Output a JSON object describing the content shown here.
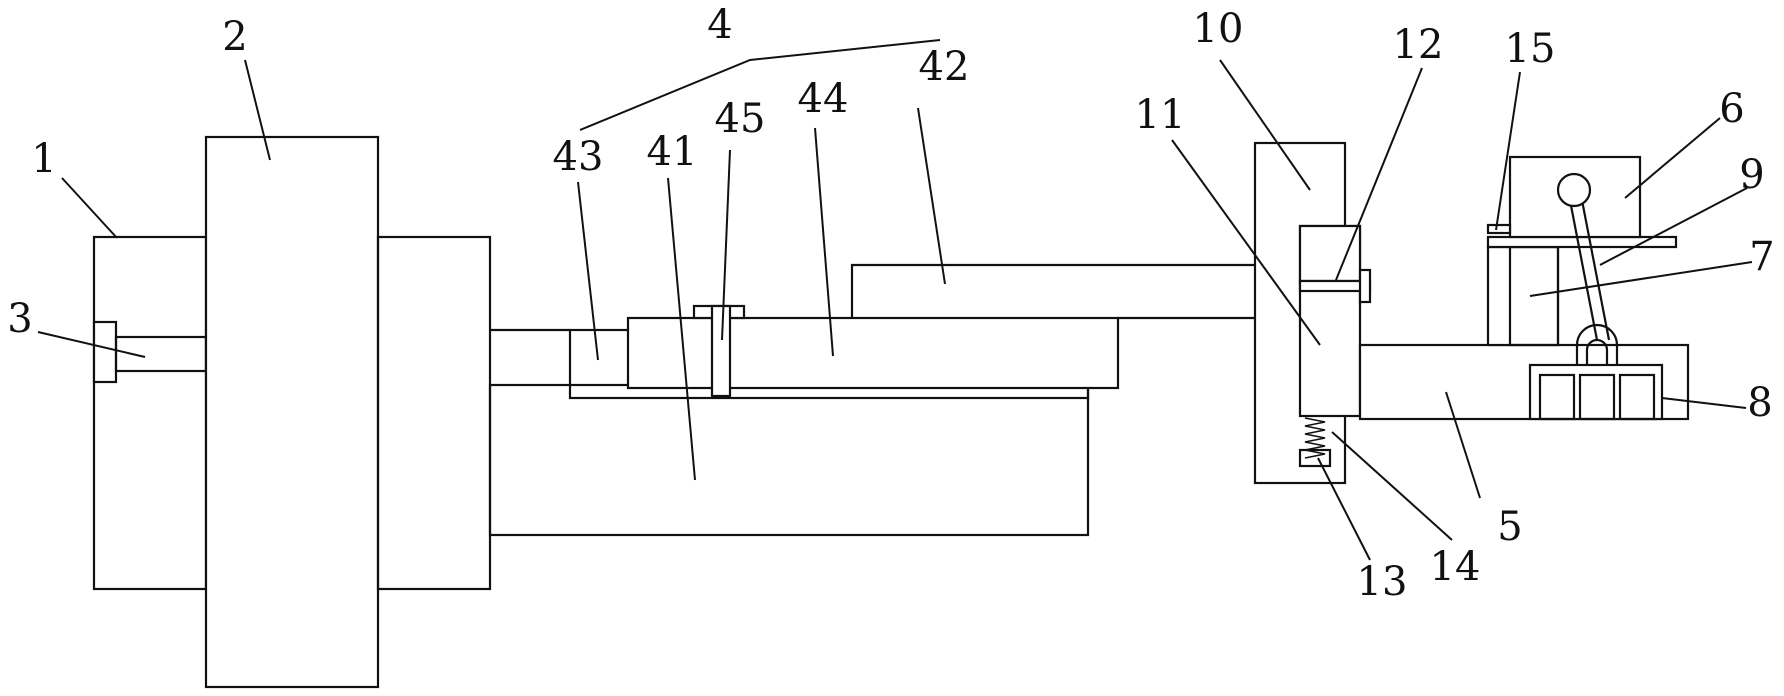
{
  "labels": {
    "l1": "1",
    "l2": "2",
    "l3": "3",
    "l4": "4",
    "l5": "5",
    "l6": "6",
    "l7": "7",
    "l8": "8",
    "l9": "9",
    "l10": "10",
    "l11": "11",
    "l12": "12",
    "l13": "13",
    "l14": "14",
    "l15": "15",
    "l41": "41",
    "l42": "42",
    "l43": "43",
    "l44": "44",
    "l45": "45"
  }
}
